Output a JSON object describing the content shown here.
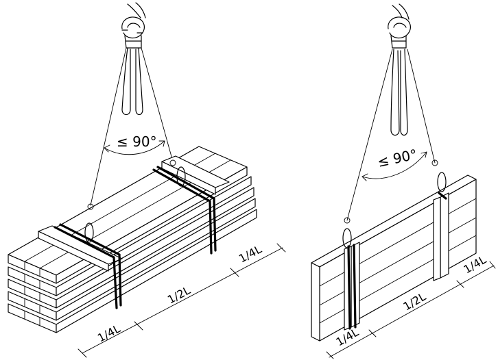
{
  "left_figure": {
    "angle_label": "≤ 90°",
    "dim_quarter_left": "1/4L",
    "dim_half": "1/2L",
    "dim_quarter_right": "1/4L"
  },
  "right_figure": {
    "angle_label": "≤ 90°",
    "dim_quarter_left": "1/4L",
    "dim_half": "1/2L",
    "dim_quarter_right": "1/4L"
  },
  "icons": [
    "crane-hook-icon",
    "sling-loop-icon"
  ]
}
